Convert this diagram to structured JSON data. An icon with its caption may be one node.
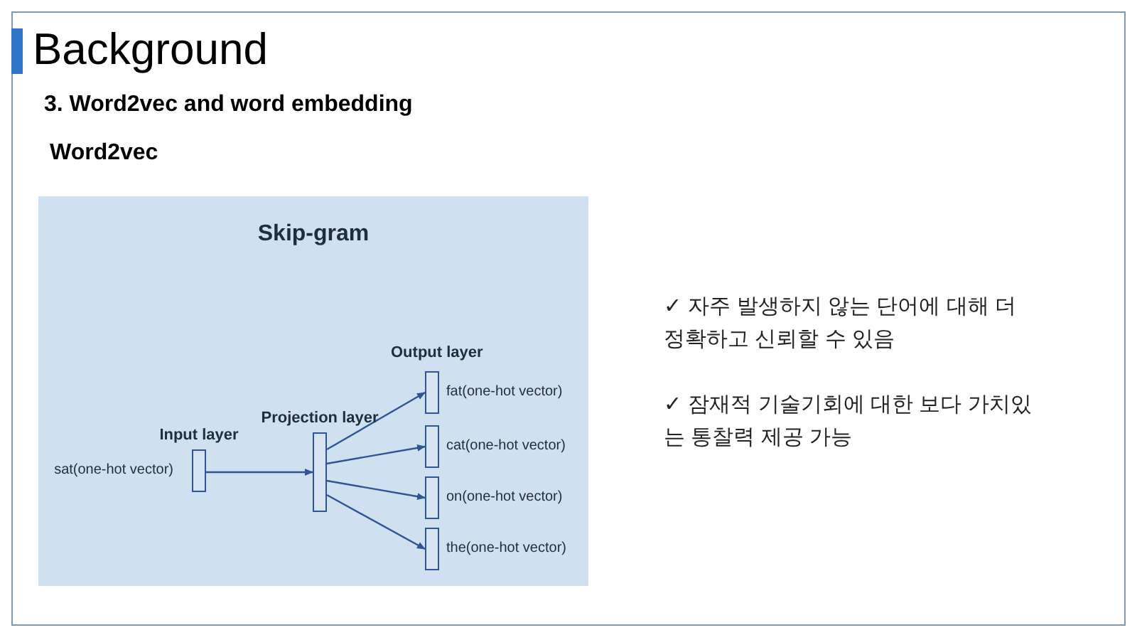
{
  "diagram": {
    "title": "Background",
    "nodes": [
      {
        "text": [
          "Skip-gram"
        ]
      },
      {
        "text": [
          "Input layer"
        ],
        "beside": [
          "sat(one-hot vector)"
        ],
        "in": 0
      },
      {
        "text": [
          "Projection layer"
        ],
        "in": 0
      },
      {
        "text": [],
        "shape": "box",
        "beside": [
          "fat(one-hot vector)"
        ],
        "in": 0
      },
      {
        "text": [],
        "shape": "box",
        "beside": [
          "cat(one-hot vector)"
        ],
        "in": 0
      },
      {
        "text": [],
        "shape": "box",
        "beside": [
          "on(one-hot vector)"
        ],
        "in": 0
      },
      {
        "text": [],
        "shape": "box",
        "beside": [
          "the(one-hot vector)"
        ],
        "in": 0
      }
    ],
    "edges": [
      {
        "from": 1,
        "to": 2,
        "arrow": "to"
      },
      {
        "from": 2,
        "to": 3,
        "arrow": "to"
      },
      {
        "from": 2,
        "to": 4,
        "arrow": "to"
      },
      {
        "from": 2,
        "to": 5,
        "arrow": "to"
      },
      {
        "from": 2,
        "to": 6,
        "arrow": "to"
      }
    ],
    "labels": [
      "3. Word2vec and word embedding",
      "Word2vec",
      "Output layer",
      "✓ 자주 발생하지 않는 단어에 대해 더 정확하고 신뢰할 수 있음",
      "✓ 잠재적 기술기회에 대한 보다 가치있는 통찰력 제공 가능"
    ]
  }
}
